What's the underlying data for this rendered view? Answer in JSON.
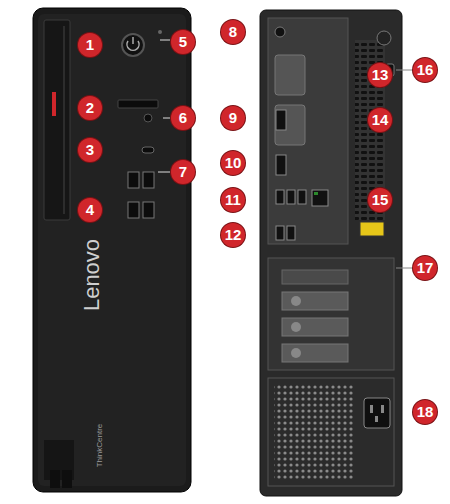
{
  "diagram": {
    "labels": [
      "1",
      "2",
      "3",
      "4",
      "5",
      "6",
      "7",
      "8",
      "9",
      "10",
      "11",
      "12",
      "13",
      "14",
      "15",
      "16",
      "17",
      "18",
      "Lenovo",
      "ThinkCentre"
    ]
  }
}
